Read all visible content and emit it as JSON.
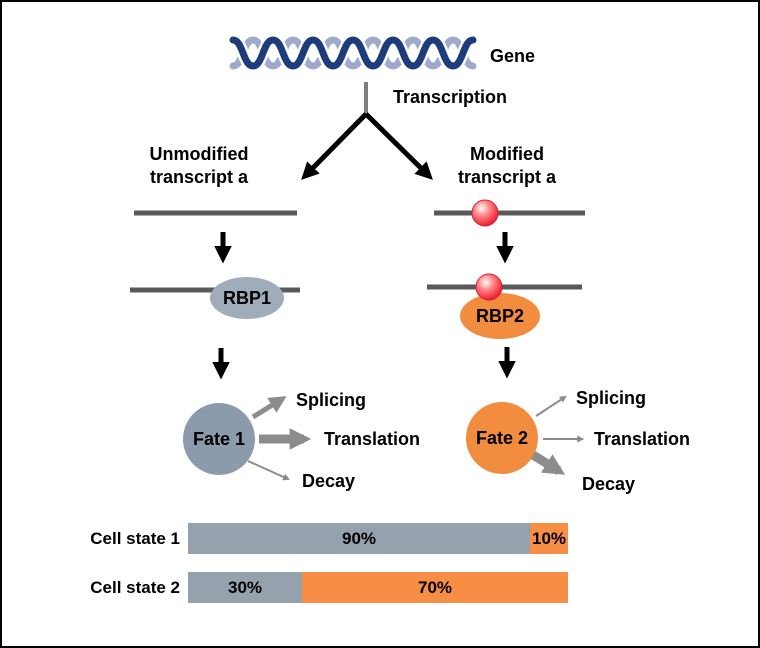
{
  "colors": {
    "background": "#FFFFFF",
    "border": "#000000",
    "black": "#000000",
    "helix_dark": "#1E3C7C",
    "helix_light": "#9FA9CB",
    "transcript_line": "#595959",
    "stem_gray": "#7F7F7F",
    "arrow_gray": "#8C8C8C",
    "rbp1_fill": "#9FACBA",
    "fate1_fill": "#8C9BAB",
    "orange": "#F28C3E",
    "bar_gray": "#95A1AD",
    "bar_orange": "#F68E46",
    "dot_red": "#EE2B3B",
    "dot_rim": "#D2202F"
  },
  "figure": {
    "gene_label": "Gene",
    "transcription_label": "Transcription",
    "left": {
      "title_line1": "Unmodified",
      "title_line2": "transcript a",
      "rbp_label": "RBP1",
      "fate_label": "Fate 1",
      "outcomes": [
        {
          "label": "Splicing",
          "emphasis": "medium"
        },
        {
          "label": "Translation",
          "emphasis": "strong"
        },
        {
          "label": "Decay",
          "emphasis": "weak"
        }
      ]
    },
    "right": {
      "title_line1": "Modified",
      "title_line2": "transcript a",
      "rbp_label": "RBP2",
      "fate_label": "Fate 2",
      "outcomes": [
        {
          "label": "Splicing",
          "emphasis": "weak"
        },
        {
          "label": "Translation",
          "emphasis": "weak"
        },
        {
          "label": "Decay",
          "emphasis": "strong"
        }
      ]
    }
  },
  "chart_data": {
    "type": "bar",
    "subtype": "stacked-horizontal",
    "categories": [
      "Cell state 1",
      "Cell state 2"
    ],
    "series": [
      {
        "name": "Fate 1",
        "color": "#95A1AD",
        "values": [
          90,
          30
        ]
      },
      {
        "name": "Fate 2",
        "color": "#F68E46",
        "values": [
          10,
          70
        ]
      }
    ],
    "value_labels": [
      [
        "90%",
        "10%"
      ],
      [
        "30%",
        "70%"
      ]
    ],
    "unit": "%",
    "xlim": [
      0,
      100
    ],
    "legend": "none",
    "grid": false
  }
}
